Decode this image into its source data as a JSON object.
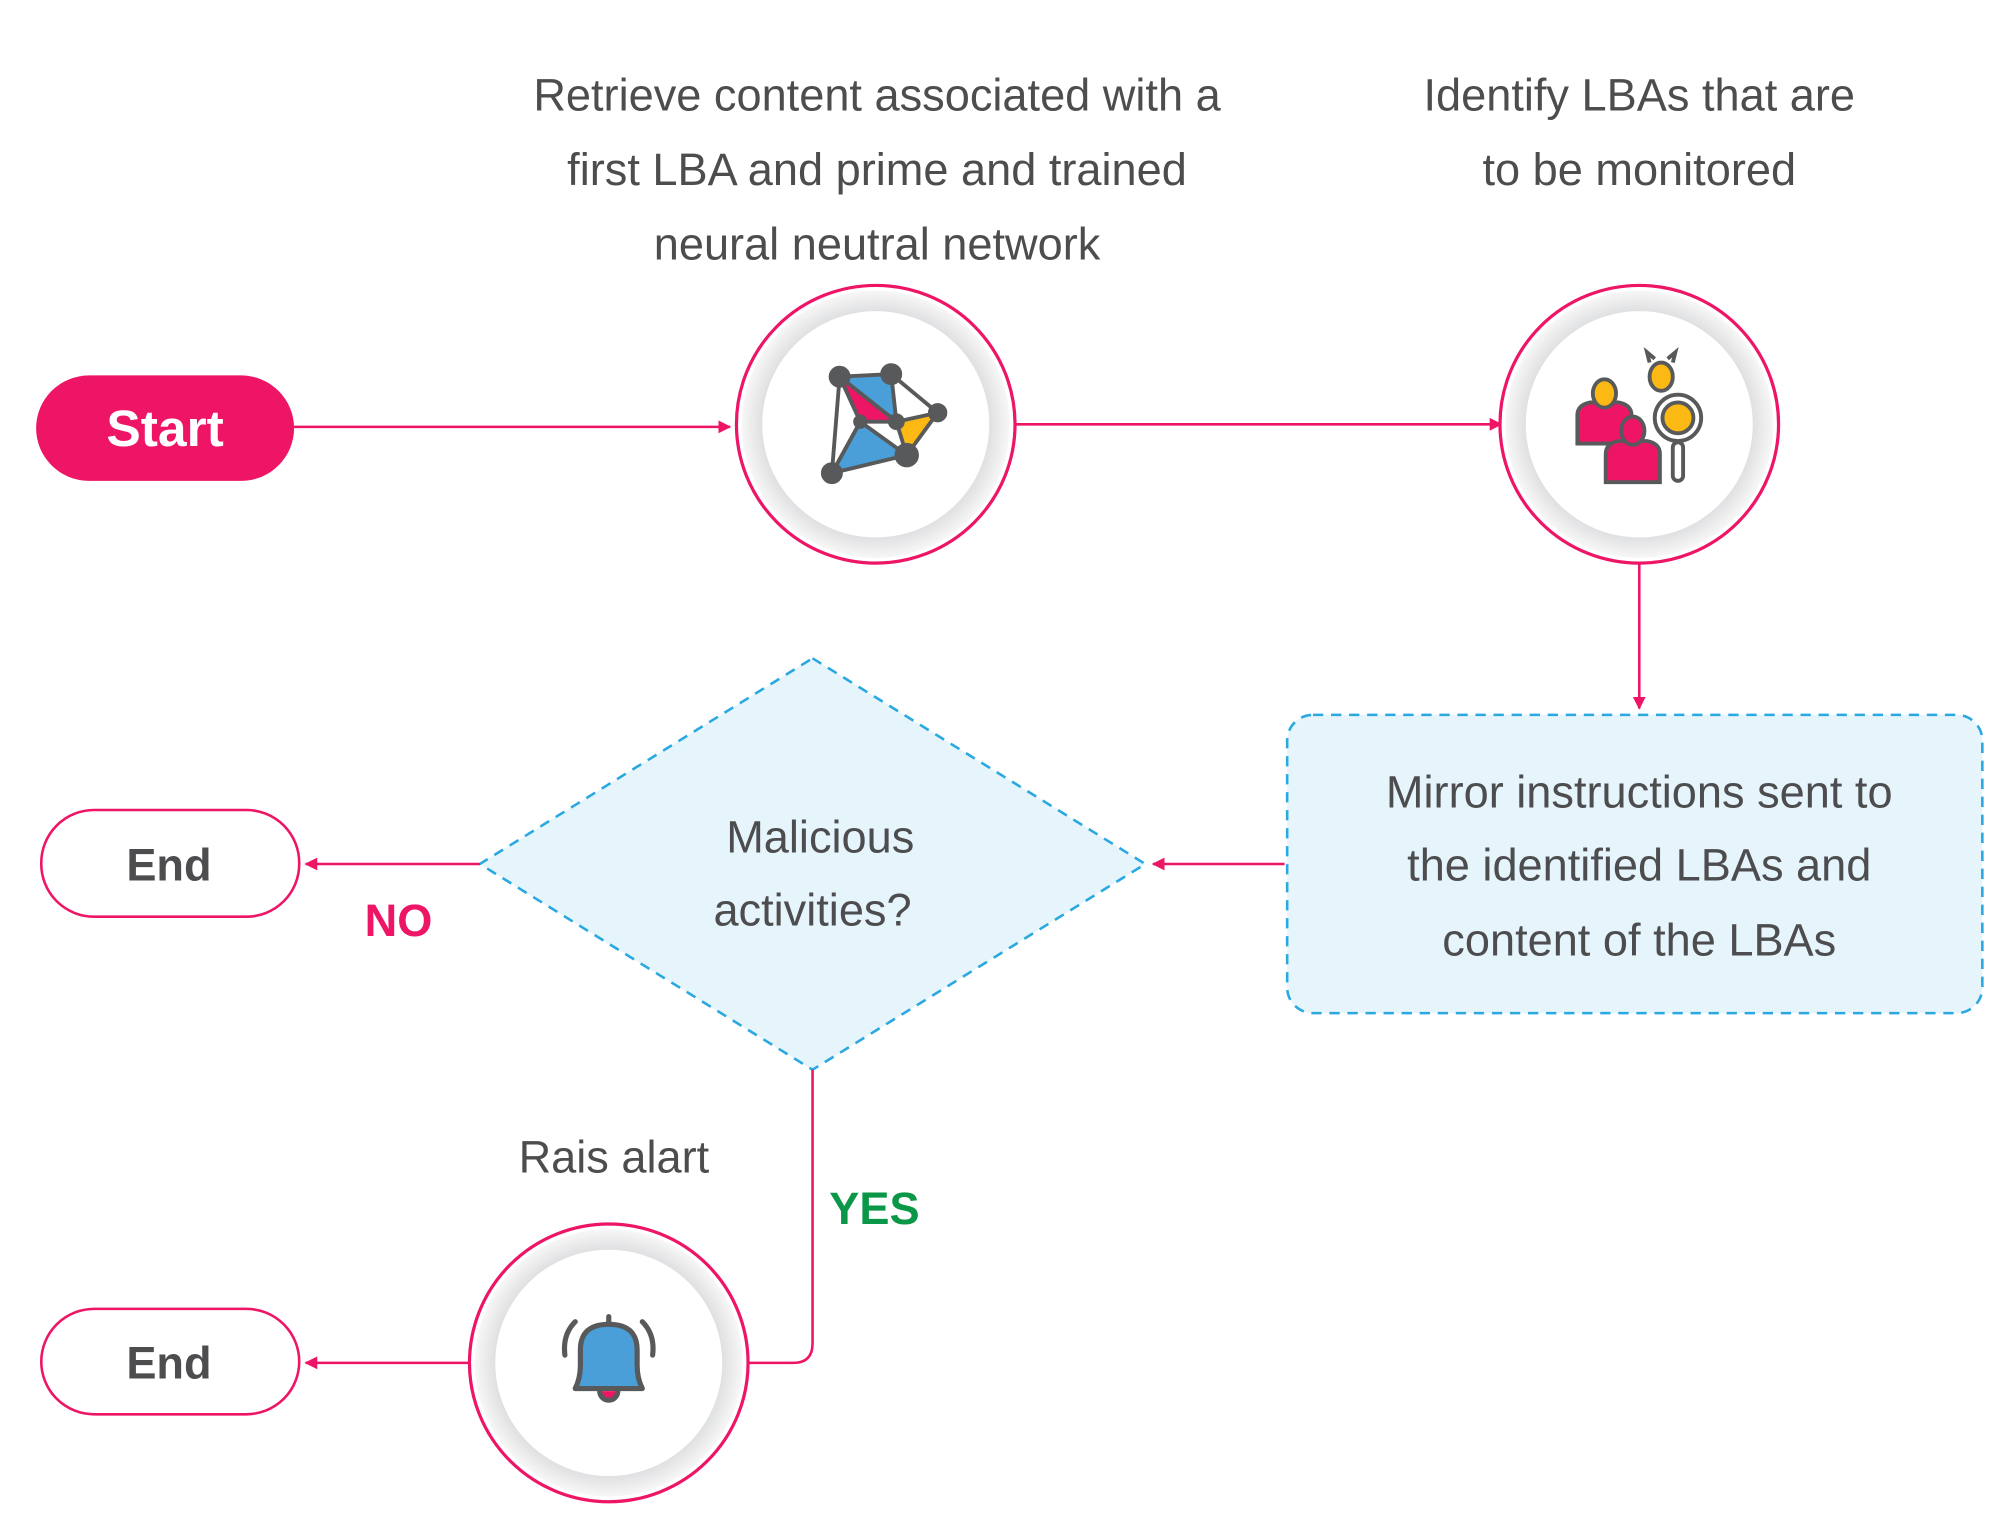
{
  "colors": {
    "accent": "#EE1566",
    "decision_stroke": "#2AA8E0",
    "decision_fill": "#E6F5FC",
    "text": "#4d4d4f",
    "yes": "#0A9747",
    "no": "#EE1566"
  },
  "start": {
    "label": "Start"
  },
  "step1": {
    "lines": [
      "Retrieve content associated with a",
      "first LBA and prime and trained",
      "neural neutral network"
    ],
    "icon": "neural-network-icon"
  },
  "step2": {
    "lines": [
      "Identify LBAs that are",
      "to be monitored"
    ],
    "icon": "users-search-icon"
  },
  "step3": {
    "lines": [
      "Mirror instructions sent to",
      "the identified LBAs and",
      "content of the LBAs"
    ]
  },
  "decision": {
    "lines": [
      "Malicious",
      "activities?"
    ]
  },
  "no_label": "NO",
  "yes_label": "YES",
  "alert": {
    "label": "Rais alart",
    "icon": "bell-icon"
  },
  "end_no": {
    "label": "End"
  },
  "end_yes": {
    "label": "End"
  }
}
